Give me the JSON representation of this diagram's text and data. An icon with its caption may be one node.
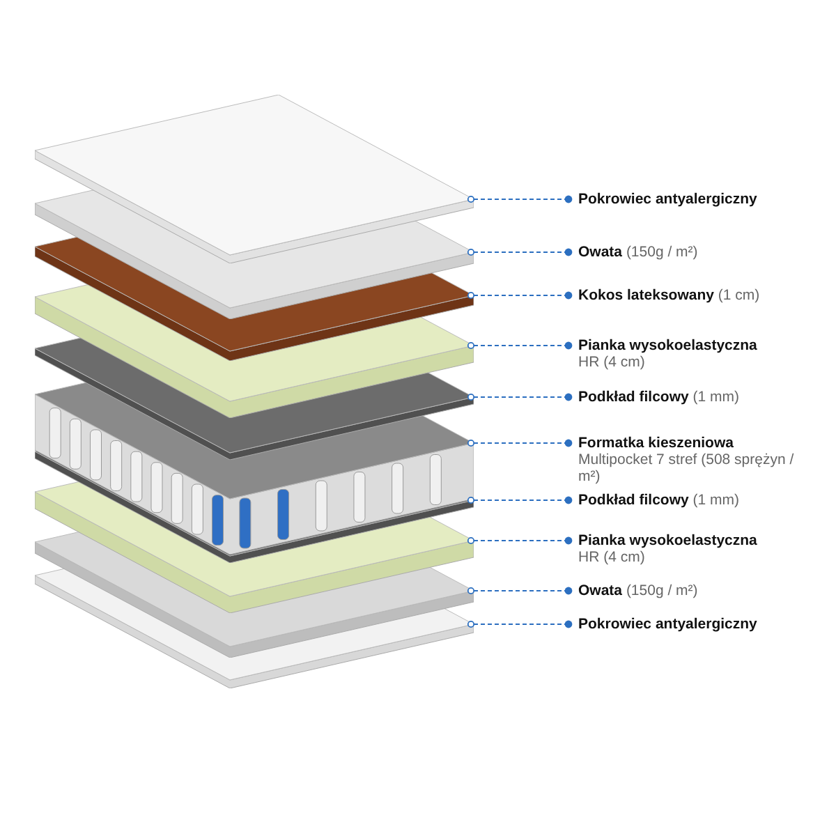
{
  "diagram": {
    "nodes": [
      {
        "text": [],
        "shape": "picture"
      },
      {
        "text": [],
        "shape": "picture"
      },
      {
        "text": [],
        "shape": "picture"
      },
      {
        "text": [],
        "shape": "picture"
      },
      {
        "text": [],
        "shape": "picture"
      },
      {
        "text": [],
        "shape": "picture"
      },
      {
        "text": [],
        "shape": "picture"
      },
      {
        "text": [],
        "shape": "picture"
      },
      {
        "text": [],
        "shape": "picture"
      },
      {
        "text": [],
        "shape": "picture"
      },
      {
        "text": [
          "Pokrowiec antyalergiczny"
        ]
      },
      {
        "text": [
          "Owata",
          "(150g / m²)"
        ]
      },
      {
        "text": [
          "Kokos lateksowany",
          "(1 cm)"
        ]
      },
      {
        "text": [
          "Pianka wysokoelastyczna",
          "HR (4 cm)"
        ]
      },
      {
        "text": [
          "Podkład filcowy",
          "(1 mm)"
        ]
      },
      {
        "text": [
          "Formatka kieszeniowa",
          "Multipocket 7 stref (508 sprężyn / m²)"
        ]
      },
      {
        "text": [
          "Podkład filcowy",
          "(1 mm)"
        ]
      },
      {
        "text": [
          "Pianka wysokoelastyczna",
          "HR (4 cm)"
        ]
      },
      {
        "text": [
          "Owata",
          "(150g / m²)"
        ]
      },
      {
        "text": [
          "Pokrowiec antyalergiczny"
        ]
      }
    ],
    "edges": [
      {
        "from": 10,
        "to": 0,
        "arrow": "other",
        "style": "dashed"
      },
      {
        "from": 11,
        "to": 1,
        "arrow": "other",
        "style": "dashed"
      },
      {
        "from": 12,
        "to": 2,
        "arrow": "other",
        "style": "dashed"
      },
      {
        "from": 13,
        "to": 3,
        "arrow": "other",
        "style": "dashed"
      },
      {
        "from": 14,
        "to": 4,
        "arrow": "other",
        "style": "dashed"
      },
      {
        "from": 15,
        "to": 5,
        "arrow": "other",
        "style": "dashed"
      },
      {
        "from": 16,
        "to": 6,
        "arrow": "other",
        "style": "dashed"
      },
      {
        "from": 17,
        "to": 7,
        "arrow": "other",
        "style": "dashed"
      },
      {
        "from": 18,
        "to": 8,
        "arrow": "other",
        "style": "dashed"
      },
      {
        "from": 19,
        "to": 9,
        "arrow": "other",
        "style": "dashed"
      }
    ]
  }
}
